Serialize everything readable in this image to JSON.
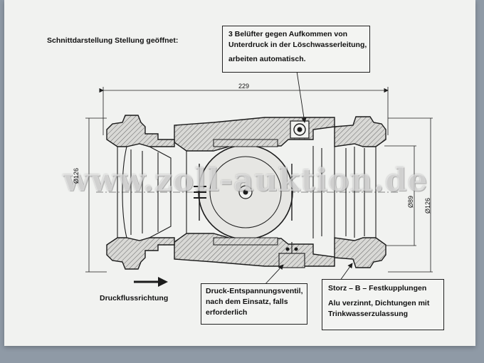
{
  "title": "Schnittdarstellung Stellung geöffnet:",
  "callout_top": {
    "line1": "3 Belüfter gegen Aufkommen von",
    "line2": "Unterdruck in der Löschwasserleitung,",
    "line3": "arbeiten automatisch."
  },
  "callout_valve": {
    "line1": "Druck-Entspannungsventil,",
    "line2": "nach dem Einsatz, falls",
    "line3": "erforderlich"
  },
  "callout_storz": {
    "line1": "Storz – B – Festkupplungen",
    "line2": "Alu verzinnt, Dichtungen mit",
    "line3": "Trinkwasserzulassung"
  },
  "flow_label": "Druckflussrichtung",
  "dimensions": {
    "length": "229",
    "left_diameter": "Ø126",
    "right_inner_diameter": "Ø89",
    "right_outer_diameter": "Ø126"
  },
  "watermark": "www.zoll-auktion.de",
  "colors": {
    "line": "#1c1c1c",
    "hatch": "#9a9a9a",
    "paper": "#f1f2f0"
  }
}
